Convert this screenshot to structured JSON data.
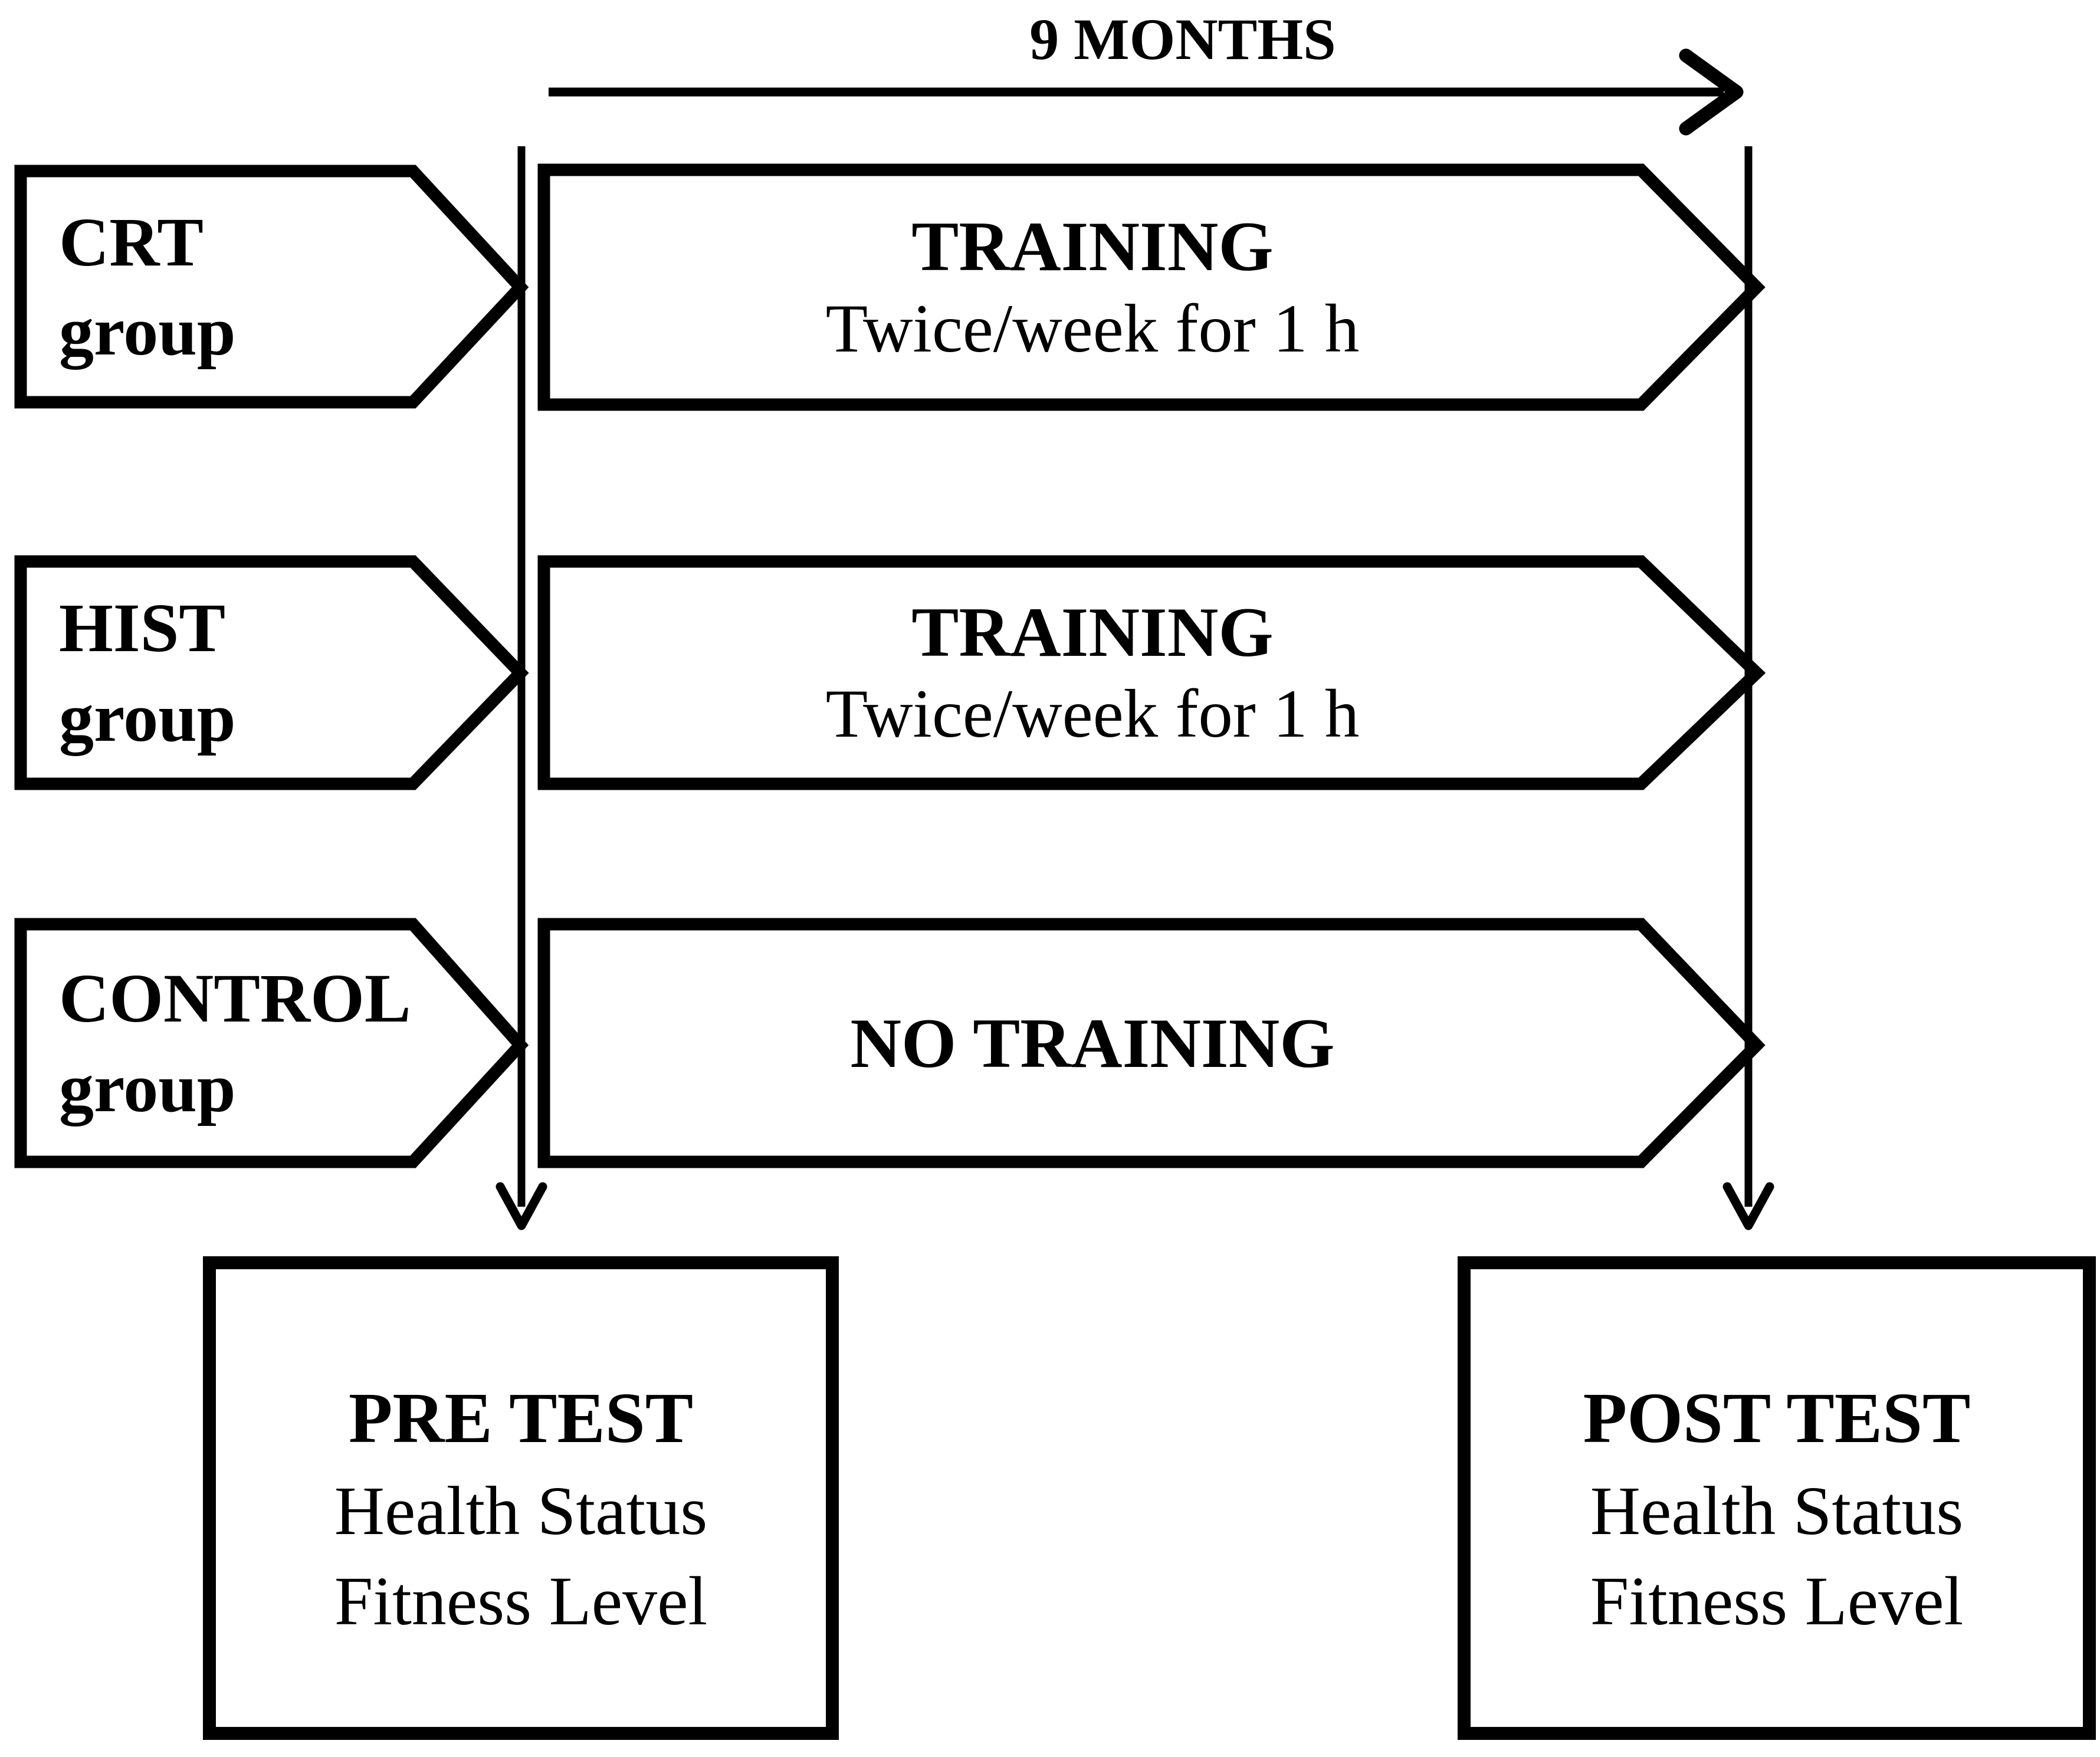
{
  "colors": {
    "ink": "#000000",
    "paper": "#ffffff"
  },
  "timeline": {
    "label": "9 MONTHS"
  },
  "groups": [
    {
      "id": "crt",
      "line1": "CRT",
      "line2": "group",
      "band": {
        "title": "TRAINING",
        "subtitle": "Twice/week for 1 h"
      }
    },
    {
      "id": "hist",
      "line1": "HIST",
      "line2": "group",
      "band": {
        "title": "TRAINING",
        "subtitle": "Twice/week for 1 h"
      }
    },
    {
      "id": "control",
      "line1": "CONTROL",
      "line2": "group",
      "band": {
        "title": "NO TRAINING",
        "subtitle": ""
      }
    }
  ],
  "tests": {
    "pre": {
      "title": "PRE TEST",
      "line1": "Health Status",
      "line2": "Fitness Level"
    },
    "post": {
      "title": "POST TEST",
      "line1": "Health Status",
      "line2": "Fitness Level"
    }
  }
}
